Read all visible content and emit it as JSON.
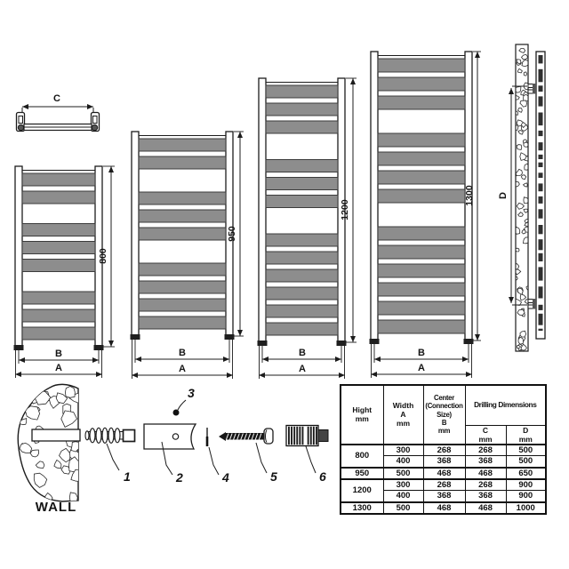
{
  "colors": {
    "line": "#1c1c1c",
    "bar_fill": "#8d8d8d",
    "bar_stroke": "#3c3c3c",
    "dark_fill": "#1f1f1f"
  },
  "top_view": {
    "dim_label": "C"
  },
  "side_view": {
    "dim_label": "D"
  },
  "wall": {
    "label": "WALL"
  },
  "radiators": [
    {
      "height_label": "800",
      "inner_width_label": "B",
      "outer_width_label": "A",
      "tube_groups": [
        2,
        3,
        3
      ]
    },
    {
      "height_label": "950",
      "inner_width_label": "B",
      "outer_width_label": "A",
      "tube_groups": [
        2,
        3,
        4
      ]
    },
    {
      "height_label": "1200",
      "inner_width_label": "B",
      "outer_width_label": "A",
      "tube_groups": [
        3,
        3,
        6
      ]
    },
    {
      "height_label": "1300",
      "inner_width_label": "B",
      "outer_width_label": "A",
      "tube_groups": [
        3,
        4,
        6
      ]
    }
  ],
  "parts": [
    {
      "number": "1"
    },
    {
      "number": "2"
    },
    {
      "number": "3"
    },
    {
      "number": "4"
    },
    {
      "number": "5"
    },
    {
      "number": "6"
    }
  ],
  "table": {
    "headers": {
      "height": "Hight\nmm",
      "width": "Width\nA\nmm",
      "center": "Center\n(Connection\nSize)\nB\nmm",
      "drilling": "Drilling Dimensions",
      "c": "C\nmm",
      "d": "D\nmm"
    },
    "rows": [
      {
        "cells": [
          "800",
          "300",
          "268",
          "268",
          "500"
        ],
        "height_rowspan": 2
      },
      {
        "cells": [
          "400",
          "368",
          "368",
          "500"
        ]
      },
      {
        "cells": [
          "950",
          "500",
          "468",
          "468",
          "650"
        ]
      },
      {
        "cells": [
          "1200",
          "300",
          "268",
          "268",
          "900"
        ],
        "height_rowspan": 2
      },
      {
        "cells": [
          "400",
          "368",
          "368",
          "900"
        ]
      },
      {
        "cells": [
          "1300",
          "500",
          "468",
          "468",
          "1000"
        ]
      }
    ]
  }
}
